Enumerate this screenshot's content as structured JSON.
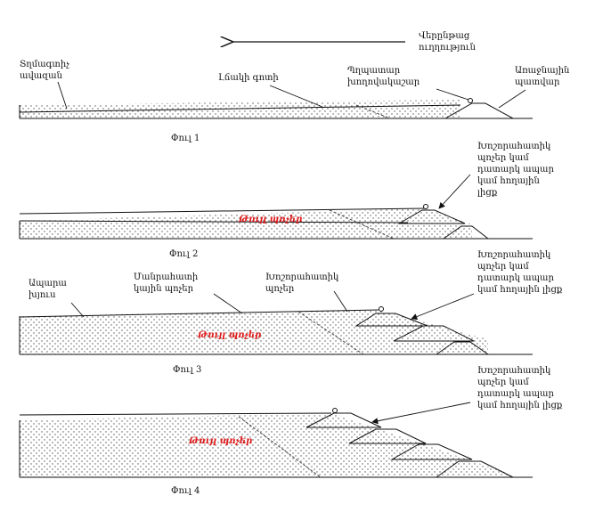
{
  "stage1": {
    "direction_label": "Վերընթաց\nուղղություն",
    "label_tailings_pond": "Տղմագտիչ\nավազան",
    "label_beach": "Լճակի գոտի",
    "label_drainage": "Պղպատար\nխողովակաշար",
    "label_starter_dam": "Առաջնային\nպատվար",
    "phase": "Փուլ 1"
  },
  "stage2": {
    "label_coarse": "Խոշորահատիկ\nպոչեր կամ\nդատարկ ապար\nկամ հողային\nլիցք",
    "label_fine": "Թույլ պոչեր",
    "phase": "Փուլ 2"
  },
  "stage3": {
    "label_slimes": "Ապարա\nխյուս",
    "label_fine_zone": "Մանրահատի\nկային պոչեր",
    "label_coarse_zone": "Խոշորահատիկ\nպոչեր",
    "label_coarse": "Խոշորահատիկ\nպոչեր կամ\nդատարկ ապար\nկամ հողային լիցք",
    "label_fine": "Թույլ պոչեր",
    "phase": "Փուլ 3"
  },
  "stage4": {
    "label_coarse": "Խոշորահատիկ\nպոչեր կամ\nդատարկ ապար\nկամ հողային լիցք",
    "label_fine": "Թույլ պոչեր",
    "phase": "Փուլ 4"
  },
  "colors": {
    "line": "#111111",
    "dots": "#555555",
    "highlight": "#e01818"
  }
}
